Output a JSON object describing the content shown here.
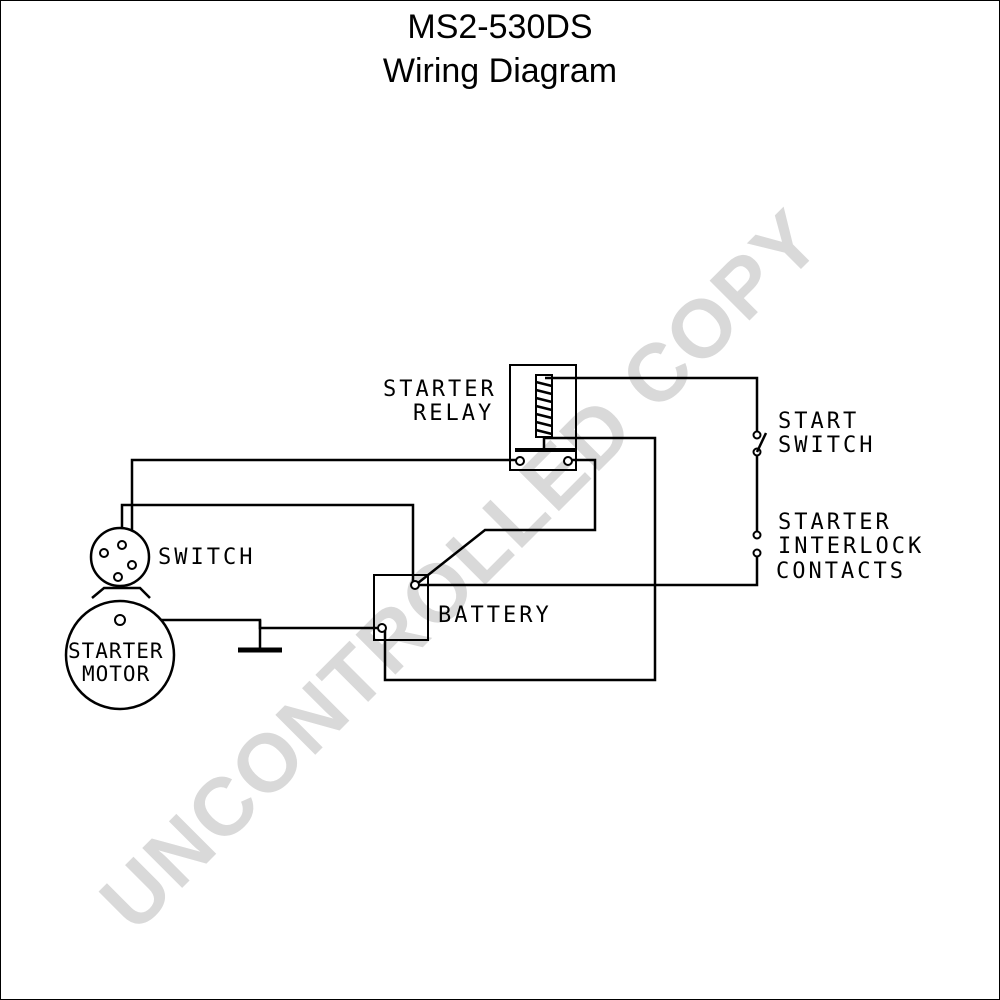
{
  "title": {
    "line1": "MS2-530DS",
    "line2": "Wiring Diagram"
  },
  "watermark": "UNCONTROLLED COPY",
  "components": {
    "starter_relay": {
      "line1": "STARTER",
      "line2": "RELAY"
    },
    "start_switch": {
      "line1": "START",
      "line2": "SWITCH"
    },
    "interlock": {
      "line1": "STARTER",
      "line2": "INTERLOCK",
      "line3": "CONTACTS"
    },
    "switch": {
      "label": "SWITCH"
    },
    "starter_motor": {
      "line1": "STARTER",
      "line2": "MOTOR"
    },
    "battery": {
      "label": "BATTERY"
    }
  },
  "colors": {
    "ink": "#000000",
    "watermark": "#d9d9d9",
    "background": "#ffffff"
  }
}
